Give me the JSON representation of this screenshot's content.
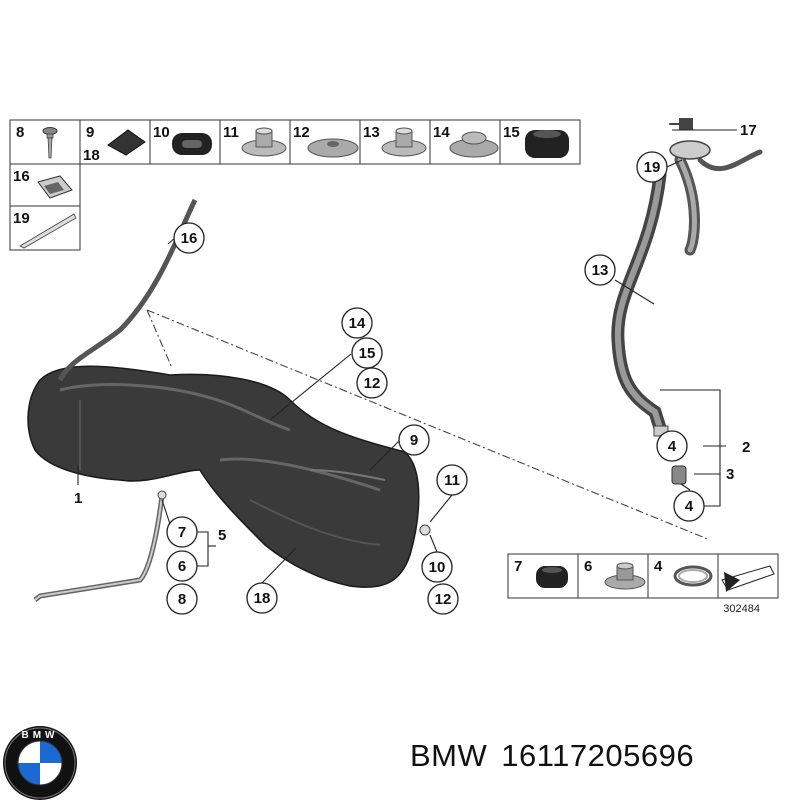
{
  "legend_top": {
    "cells": [
      {
        "num": "8"
      },
      {
        "num": "9",
        "num2": "18"
      },
      {
        "num": "10"
      },
      {
        "num": "11"
      },
      {
        "num": "12"
      },
      {
        "num": "13"
      },
      {
        "num": "14"
      },
      {
        "num": "15"
      }
    ],
    "row2": {
      "num": "16"
    },
    "row3": {
      "num": "19"
    }
  },
  "legend_bottom": {
    "cells": [
      {
        "num": "7"
      },
      {
        "num": "6"
      },
      {
        "num": "4"
      }
    ],
    "code": "302484"
  },
  "callouts": {
    "c16": "16",
    "c14": "14",
    "c15": "15",
    "c12a": "12",
    "c9": "9",
    "c11": "11",
    "c10": "10",
    "c12b": "12",
    "c18": "18",
    "c7": "7",
    "c6": "6",
    "c8": "8",
    "c5": "5",
    "c1": "1",
    "c17": "17",
    "c19": "19",
    "c13": "13",
    "c4a": "4",
    "c2": "2",
    "c3": "3",
    "c4b": "4"
  },
  "caption": {
    "brand": "BMW",
    "part_number": "16117205696"
  },
  "logo": {
    "text": "BMW",
    "colors": {
      "blue": "#1c69d4",
      "ring": "#111111",
      "white": "#ffffff"
    }
  }
}
